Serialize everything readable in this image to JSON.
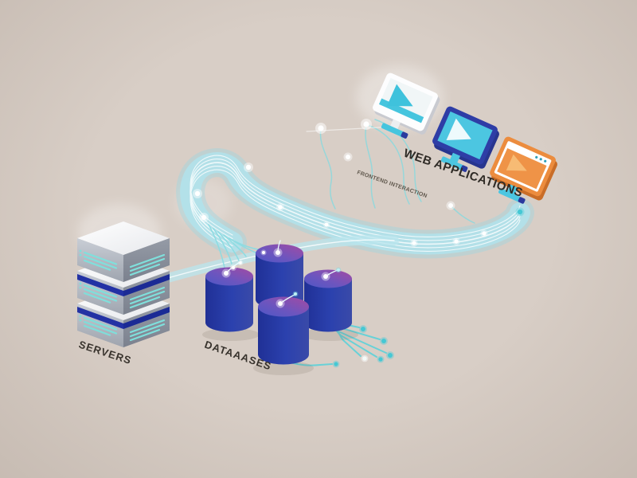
{
  "illustration": {
    "labels": {
      "servers": "SERVERS",
      "databases": "DATAAASES",
      "web_applications": "WEB APPLICATIONS",
      "frontend_interaction": "FRONTEND INTERACTION"
    },
    "components": {
      "server_stack": {
        "units": 3
      },
      "database_cylinders": {
        "count": 4
      },
      "web_app_monitors": {
        "count": 3
      }
    },
    "colors": {
      "background": "#d8cec6",
      "stream_ribbon": "#aadfe9",
      "circuit_trace": "#7fd6da",
      "glow_dot": "#ffffff",
      "endpoint_dot": "#45c8d4",
      "server_top": "#f4f5f7",
      "server_face": "#9aa1ab",
      "server_stripe": "#2231a5",
      "server_detail_lines": "#7fe0dc",
      "database_blue": "#2b41ae",
      "database_magenta": "#a44aa2",
      "monitor_navy": "#2e3da6",
      "monitor_teal": "#4cc6e1",
      "monitor_orange": "#ec8c3e",
      "label_text": "#2f2b26"
    }
  }
}
